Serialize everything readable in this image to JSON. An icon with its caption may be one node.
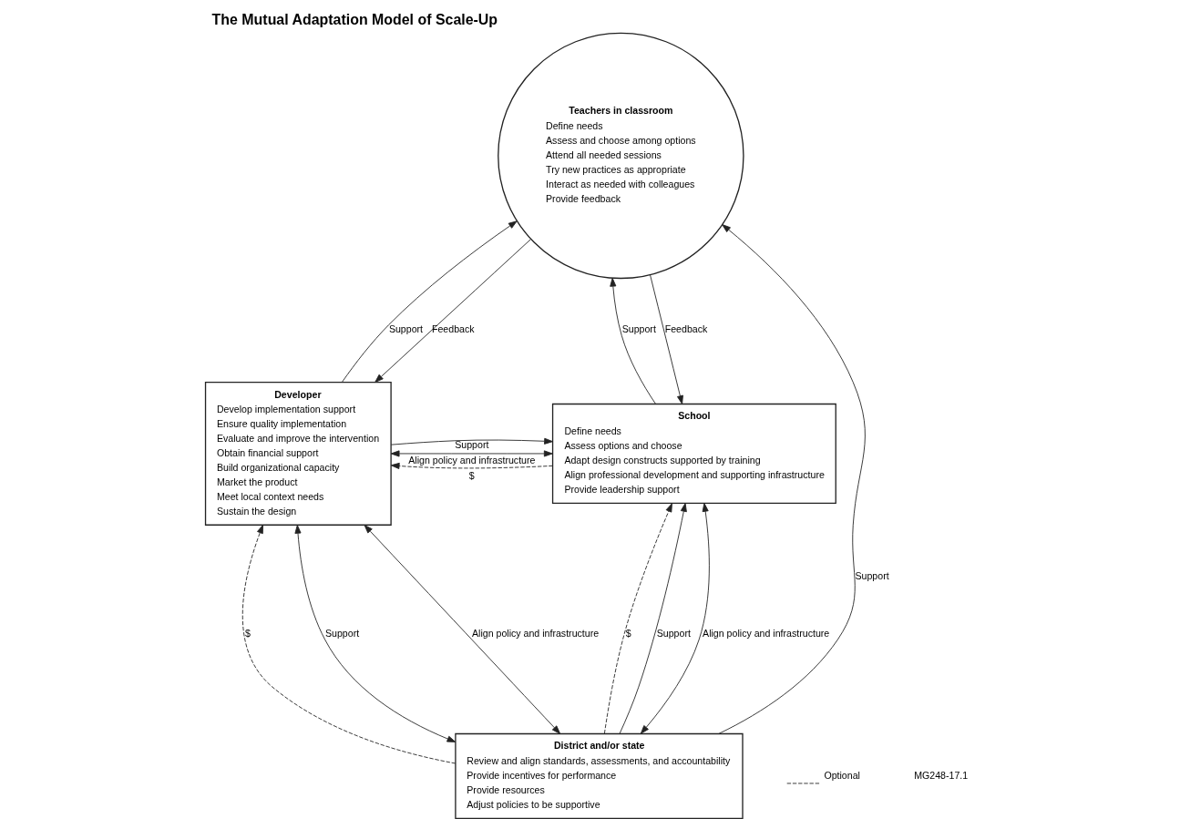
{
  "diagram": {
    "title": "The Mutual Adaptation Model of Scale-Up",
    "nodes": [
      {
        "text": [
          "Developer",
          "Develop implementation support",
          "Ensure quality implementation",
          "Evaluate and improve the intervention",
          "Obtain financial support",
          "Build organizational capacity",
          "Market the product",
          "Meet local context needs",
          "Sustain the design"
        ]
      },
      {
        "text": [
          "School",
          "Define needs",
          "Assess options and choose",
          "Adapt design constructs supported by training",
          "Align professional development and supporting infrastructure",
          "Provide leadership support"
        ]
      },
      {
        "text": [
          "Teachers in classroom",
          "Define needs",
          "Assess and choose among options",
          "Attend all needed sessions",
          "Try new practices as appropriate",
          "Interact as needed with colleagues",
          "Provide feedback"
        ]
      },
      {
        "text": [
          "District and/or state",
          "Review and align standards, assessments, and accountability",
          "Provide incentives for performance",
          "Provide resources",
          "Adjust policies to be supportive"
        ]
      }
    ],
    "edges": [
      {
        "from": 1,
        "to": 0,
        "arrow": "to",
        "label": "$",
        "style": "dashed"
      },
      {
        "from": 0,
        "to": 1,
        "arrow": "to",
        "label": "Support"
      },
      {
        "from": 0,
        "to": 1,
        "arrow": "both",
        "label": "Align policy and infrastructure"
      },
      {
        "from": 2,
        "to": 0,
        "arrow": "to",
        "label": "Feedback"
      },
      {
        "from": 0,
        "to": 2,
        "arrow": "to",
        "label": "Support"
      },
      {
        "from": 2,
        "to": 1,
        "arrow": "to",
        "label": "Feedback"
      },
      {
        "from": 1,
        "to": 2,
        "arrow": "to",
        "label": "Support"
      },
      {
        "from": 3,
        "to": 0,
        "arrow": "to",
        "label": "$",
        "style": "dashed"
      },
      {
        "from": 3,
        "to": 0,
        "arrow": "both",
        "label": "Support"
      },
      {
        "from": 3,
        "to": 0,
        "arrow": "both",
        "label": "Align policy and infrastructure"
      },
      {
        "from": 3,
        "to": 2,
        "arrow": "to",
        "label": "Support"
      },
      {
        "from": 3,
        "to": 1,
        "arrow": "to",
        "label": "$",
        "style": "dashed"
      },
      {
        "from": 3,
        "to": 1,
        "arrow": "to",
        "label": "Support"
      },
      {
        "from": 3,
        "to": 1,
        "arrow": "both",
        "label": "Align policy and infrastructure"
      }
    ],
    "labels": [
      "MG248-17.1"
    ],
    "legend": [
      {
        "text": "Optional"
      }
    ]
  }
}
